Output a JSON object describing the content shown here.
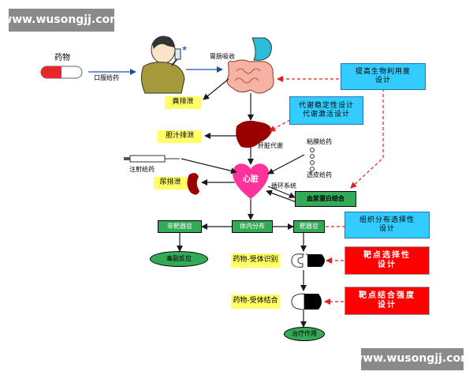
{
  "watermarks": {
    "top": "www.wusongjj.com",
    "bottom": "www.wusongjj.com"
  },
  "labels": {
    "drug": "药物",
    "oral": "口服给药",
    "gi_absorption": "胃肠吸收",
    "injection": "注射给药",
    "mucosal": "粘膜给药",
    "transdermal": "透皮给药",
    "liver_metabolism": "肝脏代谢",
    "heart": "心脏",
    "circulation": "循环系统"
  },
  "yellow_boxes": {
    "fecal": "粪排泄",
    "bile": "胆汁排泄",
    "urine": "尿排泄",
    "receptor_recognition": "药物-受体识别",
    "receptor_binding": "药物-受体结合"
  },
  "cyan_boxes": {
    "bioavailability": "提高生物利用度\n设计",
    "metabolic": "代谢稳定性设计\n代谢激活设计",
    "tissue": "组织分布选择性\n设计"
  },
  "red_boxes": {
    "target_selectivity": "靶点选择性\n设计",
    "target_affinity": "靶点结合强度\n设计"
  },
  "green_boxes": {
    "plasma_protein": "血浆蛋白结合",
    "non_target": "非靶器官",
    "in_vivo": "体内分布",
    "target_organ": "靶器官"
  },
  "ellipses": {
    "toxic": "毒副反应",
    "therapeutic": "治疗作用"
  },
  "colors": {
    "arrow": "#1a1a1a",
    "dashed_arrow": "#dd2222",
    "oral_arrow": "#1f4fa8",
    "heart": "#ff3399",
    "organ": "#990000"
  }
}
